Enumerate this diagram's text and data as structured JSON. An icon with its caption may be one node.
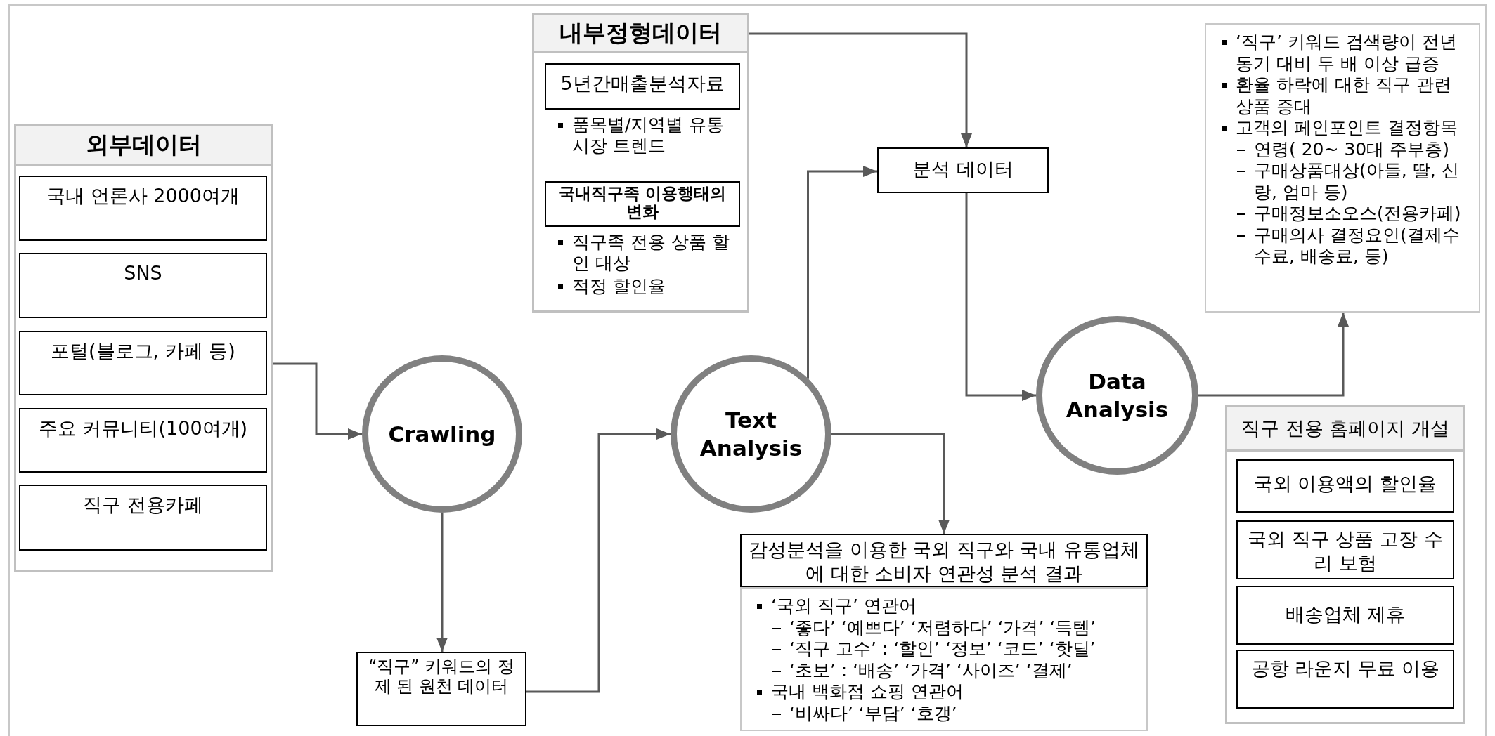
{
  "diagram": {
    "nodes": [
      {
        "text": [
          "외부데이터"
        ]
      },
      {
        "text": [
          "국내 언론사 2000여개"
        ],
        "in": 0
      },
      {
        "text": [
          "SNS"
        ],
        "in": 0
      },
      {
        "text": [
          "포털(블로그, 카페 등)"
        ],
        "in": 0
      },
      {
        "text": [
          "주요 커뮤니티(100여개)"
        ],
        "in": 0
      },
      {
        "text": [
          "직구 전용카페"
        ],
        "in": 0
      },
      {
        "text": [
          "내부정형데이터"
        ]
      },
      {
        "text": [
          "5년간매출분석자료"
        ],
        "in": 6,
        "beside": [
          "품목별/지역별 유통시장 트렌드"
        ]
      },
      {
        "text": [
          "국내직구족 이용행태의 변화"
        ],
        "in": 6,
        "beside": [
          "직구족 전용 상품 할인 대상",
          "적정 할인율"
        ]
      },
      {
        "text": [
          "Crawling"
        ]
      },
      {
        "text": [
          "“직구” 키워드의 정제 된 원천 데이터"
        ]
      },
      {
        "text": [
          "Text Analysis"
        ]
      },
      {
        "text": [
          "분석 데이터"
        ]
      },
      {
        "text": [
          "Data Analysis"
        ]
      },
      {
        "text": [
          "‘직구’ 키워드 검색량이 전년 동기 대비 두 배 이상 급증",
          "환율 하락에 대한 직구 관련 상품 증대",
          "고객의 페인포인트 결정항목",
          "연령( 20~ 30대 주부층)",
          "구매상품대상(아들, 딸, 신랑, 엄마 등)",
          "구매정보소오스(전용카페)",
          "구매의사 결정요인(결제수수료, 배송료, 등)"
        ]
      },
      {
        "text": [
          "감성분석을 이용한 국외 직구와 국내 유통업체에 대한 소비자 연관성 분석 결과"
        ]
      },
      {
        "text": [
          "‘국외 직구’ 연관어",
          "‘좋다’ ‘예쁘다’ ‘저렴하다’ ‘가격’ ‘득템’",
          "‘직구 고수’ : ‘할인’ ‘정보’ ‘코드’ ‘핫딜’",
          "‘초보’ : ‘배송’ ‘가격’ ‘사이즈’ ‘결제’",
          "국내 백화점 쇼핑 연관어",
          "‘비싸다’ ‘부담’ ‘호갱’"
        ]
      },
      {
        "text": [
          "직구 전용 홈페이지 개설"
        ]
      },
      {
        "text": [
          "국외 이용액의 할인율"
        ],
        "in": 17
      },
      {
        "text": [
          "국외 직구 상품 고장 수리 보험"
        ],
        "in": 17
      },
      {
        "text": [
          "배송업체 제휴"
        ],
        "in": 17
      },
      {
        "text": [
          "공항 라운지 무료 이용"
        ],
        "in": 17
      }
    ],
    "edges": [
      {
        "from": 0,
        "to": 9,
        "arrow": "to"
      },
      {
        "from": 9,
        "to": 10,
        "arrow": "to"
      },
      {
        "from": 10,
        "to": 11,
        "arrow": "to"
      },
      {
        "from": 11,
        "to": 12,
        "arrow": "to"
      },
      {
        "from": 6,
        "to": 12,
        "arrow": "to"
      },
      {
        "from": 12,
        "to": 13,
        "arrow": "to"
      },
      {
        "from": 13,
        "to": 14,
        "arrow": "to"
      },
      {
        "from": 11,
        "to": 15,
        "arrow": "to"
      }
    ]
  }
}
